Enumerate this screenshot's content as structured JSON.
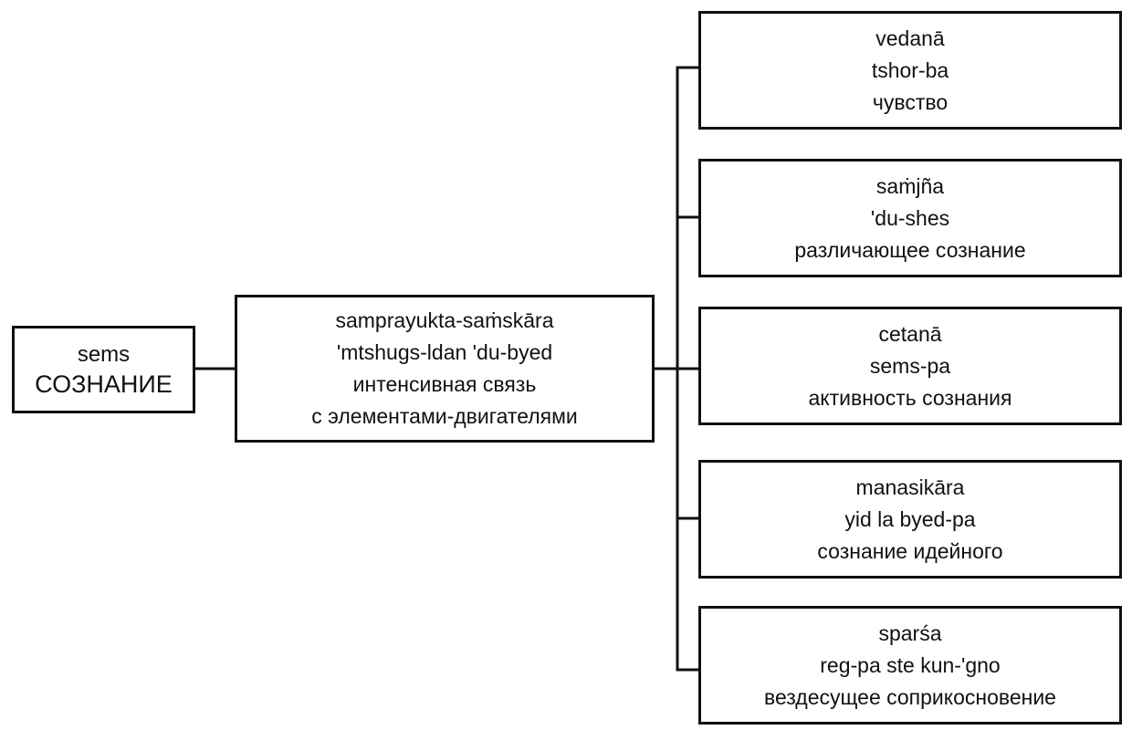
{
  "diagram": {
    "root": {
      "lines": [
        "sems",
        "СОЗНАНИЕ"
      ]
    },
    "middle": {
      "lines": [
        "samprayukta-saṁskāra",
        "'mtshugs-ldan  'du-byed",
        "интенсивная связь",
        "с элементами-двигателями"
      ]
    },
    "leaves": [
      {
        "lines": [
          "vedanā",
          "tshor-ba",
          "чувство"
        ]
      },
      {
        "lines": [
          "saṁjña",
          "'du-shes",
          "различающее сознание"
        ]
      },
      {
        "lines": [
          "cetanā",
          "sems-pa",
          "активность сознания"
        ]
      },
      {
        "lines": [
          "manasikāra",
          "yid  la  byed-pa",
          "сознание идейного"
        ]
      },
      {
        "lines": [
          "sparśa",
          "reg-pa  ste  kun-'gno",
          "вездесущее соприкосновение"
        ]
      }
    ]
  }
}
